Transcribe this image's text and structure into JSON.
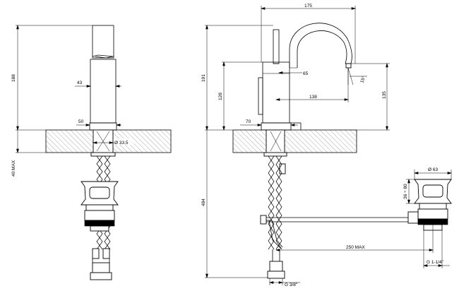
{
  "dimensions": {
    "left": {
      "height_total": "188",
      "spout_depth": "43",
      "base_width": "50",
      "hole_diameter": "Ø 33.5",
      "max_thickness": "40 MAX"
    },
    "right": {
      "width_top": "175",
      "height_total": "191",
      "handle_offset": "65",
      "body_height": "128",
      "spout_reach": "138",
      "spout_outlet_height": "135",
      "angle": "15°",
      "base_width": "70",
      "hose_length": "484",
      "drain_reach": "250 MAX",
      "drain_diameter": "Ø 63",
      "drain_height": "36 ÷ 80",
      "drain_thread": "G 1-1/4\"",
      "inlet_thread": "G 3/8\""
    }
  },
  "colors": {
    "line": "#000000",
    "hatch": "#555555",
    "background": "#ffffff"
  }
}
